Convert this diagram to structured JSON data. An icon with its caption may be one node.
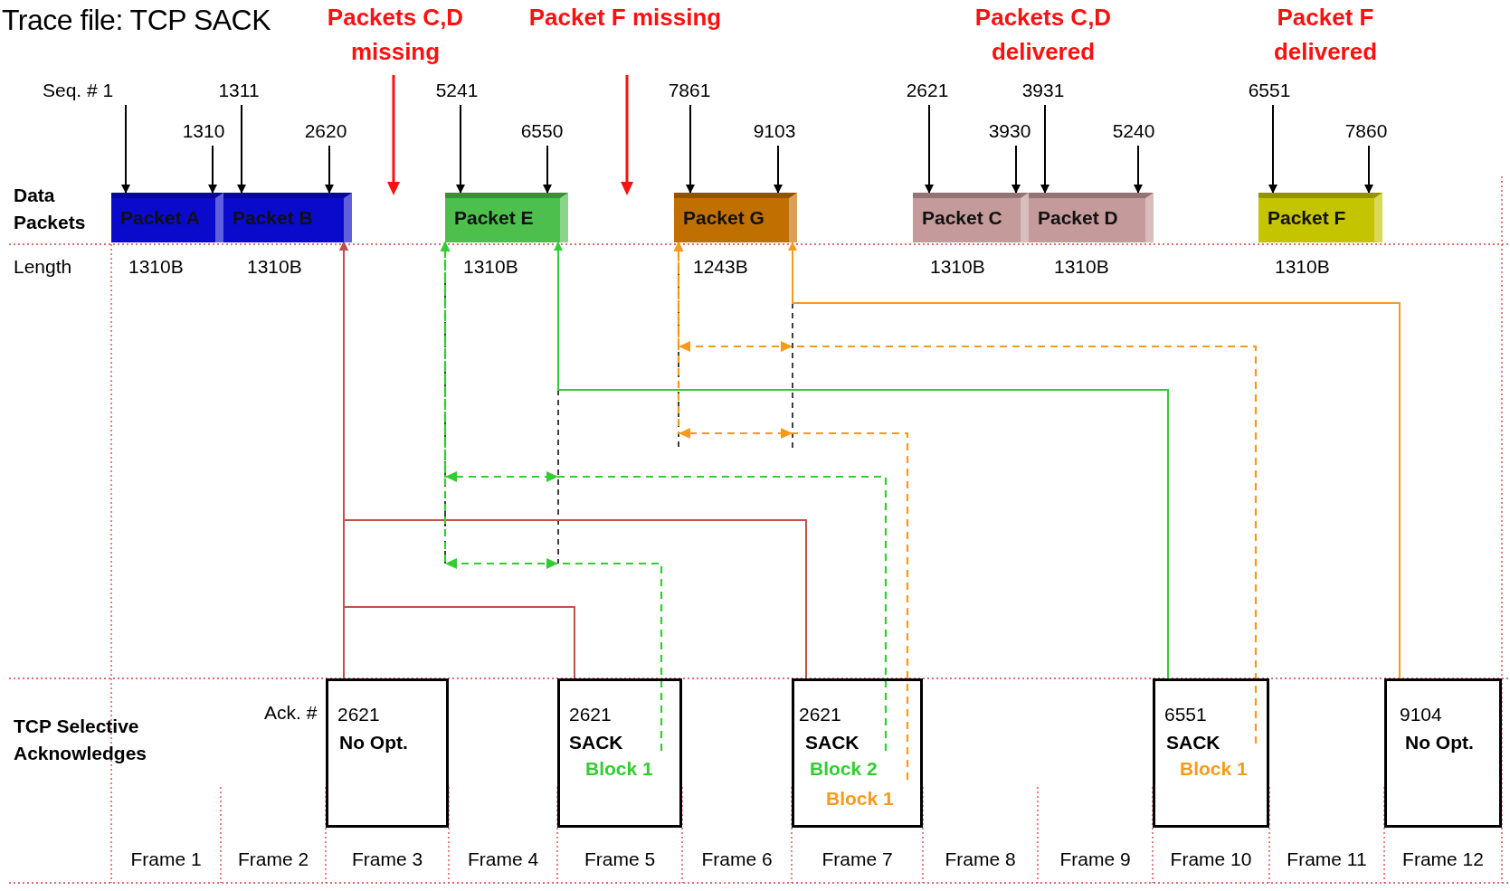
{
  "diagram": {
    "title": "Trace file: TCP SACK",
    "nodes": [
      {
        "text": [
          "Packet A"
        ]
      },
      {
        "text": [
          "Packet B"
        ]
      },
      {
        "text": [
          "Packet E"
        ]
      },
      {
        "text": [
          "Packet G"
        ]
      },
      {
        "text": [
          "Packet C"
        ]
      },
      {
        "text": [
          "Packet D"
        ]
      },
      {
        "text": [
          "Packet F"
        ]
      },
      {
        "text": [
          "2621",
          "No Opt."
        ]
      },
      {
        "text": [
          "2621",
          "SACK",
          "Block 1"
        ]
      },
      {
        "text": [
          "2621",
          "SACK",
          "Block 2",
          "Block 1"
        ]
      },
      {
        "text": [
          "6551",
          "SACK",
          "Block 1"
        ]
      },
      {
        "text": [
          "9104",
          "No Opt."
        ]
      },
      {
        "text": [
          "Seq. # 1"
        ]
      },
      {
        "text": [
          "1310"
        ]
      },
      {
        "text": [
          "1311"
        ]
      },
      {
        "text": [
          "2620"
        ]
      },
      {
        "text": [
          "5241"
        ]
      },
      {
        "text": [
          "6550"
        ]
      },
      {
        "text": [
          "7861"
        ]
      },
      {
        "text": [
          "9103"
        ]
      },
      {
        "text": [
          "2621"
        ]
      },
      {
        "text": [
          "3930"
        ]
      },
      {
        "text": [
          "3931"
        ]
      },
      {
        "text": [
          "5240"
        ]
      },
      {
        "text": [
          "6551"
        ]
      },
      {
        "text": [
          "7860"
        ]
      }
    ],
    "edges": [
      {
        "from": 12,
        "to": 0,
        "arrow": "to"
      },
      {
        "from": 13,
        "to": 0,
        "arrow": "to"
      },
      {
        "from": 14,
        "to": 1,
        "arrow": "to"
      },
      {
        "from": 15,
        "to": 1,
        "arrow": "to"
      },
      {
        "from": 16,
        "to": 2,
        "arrow": "to"
      },
      {
        "from": 17,
        "to": 2,
        "arrow": "to"
      },
      {
        "from": 18,
        "to": 3,
        "arrow": "to"
      },
      {
        "from": 19,
        "to": 3,
        "arrow": "to"
      },
      {
        "from": 20,
        "to": 4,
        "arrow": "to"
      },
      {
        "from": 21,
        "to": 4,
        "arrow": "to"
      },
      {
        "from": 22,
        "to": 5,
        "arrow": "to"
      },
      {
        "from": 23,
        "to": 5,
        "arrow": "to"
      },
      {
        "from": 24,
        "to": 6,
        "arrow": "to"
      },
      {
        "from": 25,
        "to": 6,
        "arrow": "to"
      },
      {
        "from": 7,
        "to": 1,
        "arrow": "to",
        "color": "#c0504d"
      },
      {
        "from": 8,
        "to": 1,
        "arrow": "to",
        "color": "#c0504d"
      },
      {
        "from": 9,
        "to": 1,
        "arrow": "to",
        "color": "#c0504d"
      },
      {
        "from": 10,
        "to": 2,
        "arrow": "to",
        "color": "#33cc33"
      },
      {
        "from": 11,
        "to": 3,
        "arrow": "to",
        "color": "#f79a1a"
      },
      {
        "from": 8,
        "to": 2,
        "arrow": "to",
        "style": "dashed",
        "color": "#33cc33"
      },
      {
        "from": 9,
        "to": 2,
        "arrow": "to",
        "style": "dashed",
        "color": "#33cc33"
      },
      {
        "from": 9,
        "to": 3,
        "arrow": "to",
        "style": "dashed",
        "color": "#f79a1a"
      },
      {
        "from": 10,
        "to": 3,
        "arrow": "to",
        "style": "dashed",
        "color": "#f79a1a"
      }
    ],
    "labels": [
      "Packets C,D missing",
      "Packet F missing",
      "Packets C,D delivered",
      "Packet F delivered",
      "Data Packets",
      "Length",
      "1310B",
      "1310B",
      "1310B",
      "1243B",
      "1310B",
      "1310B",
      "1310B",
      "TCP Selective Acknowledges",
      "Ack. #",
      "Frame 1",
      "Frame 2",
      "Frame 3",
      "Frame 4",
      "Frame 5",
      "Frame 6",
      "Frame 7",
      "Frame 8",
      "Frame 9",
      "Frame 10",
      "Frame 11",
      "Frame 12"
    ]
  }
}
